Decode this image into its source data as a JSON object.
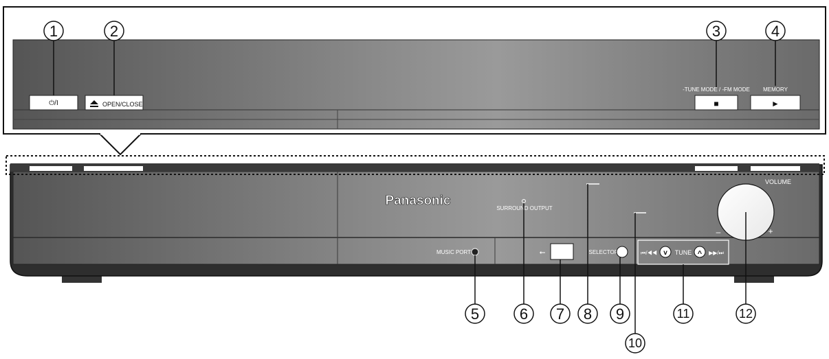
{
  "callouts": {
    "c1": "1",
    "c2": "2",
    "c3": "3",
    "c4": "4",
    "c5": "5",
    "c6": "6",
    "c7": "7",
    "c8": "8",
    "c9": "9",
    "c10": "10",
    "c11": "11",
    "c12": "12"
  },
  "buttons": {
    "power_label": "⏻/I",
    "open_close_label": "OPEN/CLOSE",
    "stop_symbol": "■",
    "play_symbol": "►",
    "tune_fm_label": "-TUNE MODE / -FM MODE",
    "memory_label": "MEMORY"
  },
  "panel": {
    "brand": "Panasonic",
    "surround_output": "SURROUND OUTPUT",
    "music_port": "MUSIC PORT",
    "selector": "SELECTOR",
    "tune": "TUNE",
    "skip_back": "⏮/◀◀",
    "skip_fwd": "▶▶/⏭",
    "tune_down_symbol": "v",
    "tune_up_symbol": "^",
    "usb_symbol": "⭠",
    "volume": "VOLUME",
    "vol_minus": "–",
    "vol_plus": "+"
  },
  "icons": {
    "power": "power-icon",
    "eject": "eject-icon",
    "stop": "stop-icon",
    "play": "play-icon",
    "usb": "usb-icon",
    "volume_knob": "volume-knob"
  }
}
